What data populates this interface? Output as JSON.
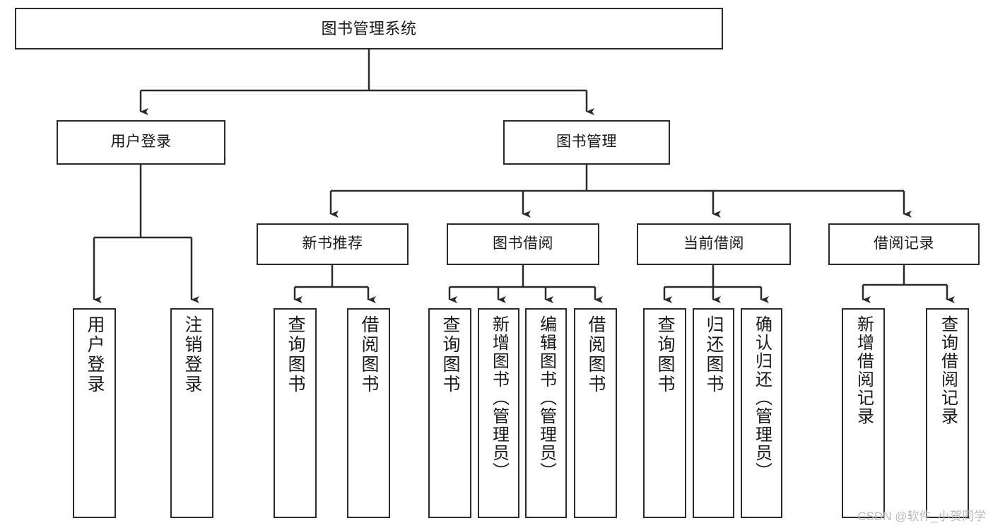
{
  "diagram": {
    "type": "tree-hierarchy",
    "title": "图书管理系统",
    "root": {
      "id": "root",
      "label": "图书管理系统"
    },
    "level2": [
      {
        "id": "user-login",
        "label": "用户登录"
      },
      {
        "id": "book-manage",
        "label": "图书管理"
      }
    ],
    "level3": [
      {
        "id": "new-book-recommend",
        "label": "新书推荐",
        "parent": "book-manage"
      },
      {
        "id": "book-borrow",
        "label": "图书借阅",
        "parent": "book-manage"
      },
      {
        "id": "current-borrow",
        "label": "当前借阅",
        "parent": "book-manage"
      },
      {
        "id": "borrow-record",
        "label": "借阅记录",
        "parent": "book-manage"
      }
    ],
    "leaves": {
      "user-login": [
        {
          "id": "leaf-user-login",
          "label": "用户登录"
        },
        {
          "id": "leaf-logout",
          "label": "注销登录"
        }
      ],
      "new-book-recommend": [
        {
          "id": "leaf-query-book-1",
          "label": "查询图书"
        },
        {
          "id": "leaf-borrow-book-1",
          "label": "借阅图书"
        }
      ],
      "book-borrow": [
        {
          "id": "leaf-query-book-2",
          "label": "查询图书"
        },
        {
          "id": "leaf-add-book",
          "label": "新增图书（管理员）"
        },
        {
          "id": "leaf-edit-book",
          "label": "编辑图书（管理员）"
        },
        {
          "id": "leaf-borrow-book-2",
          "label": "借阅图书"
        }
      ],
      "current-borrow": [
        {
          "id": "leaf-query-book-3",
          "label": "查询图书"
        },
        {
          "id": "leaf-return-book",
          "label": "归还图书"
        },
        {
          "id": "leaf-confirm-return",
          "label": "确认归还（管理员）"
        }
      ],
      "borrow-record": [
        {
          "id": "leaf-add-record",
          "label": "新增借阅记录"
        },
        {
          "id": "leaf-query-record",
          "label": "查询借阅记录"
        }
      ]
    }
  },
  "watermark": {
    "text": "CSDN @软件_小贺同学"
  },
  "colors": {
    "border": "#2b2b2b",
    "background": "#ffffff",
    "text": "#1a1a1a",
    "watermark": "#b9b9b9"
  }
}
